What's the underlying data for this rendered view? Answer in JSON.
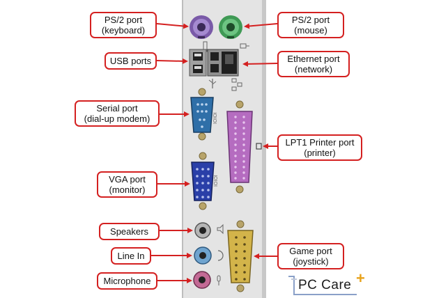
{
  "labels": {
    "ps2_keyboard": [
      "PS/2 port",
      "(keyboard)"
    ],
    "ps2_mouse": [
      "PS/2 port",
      "(mouse)"
    ],
    "usb": [
      "USB ports"
    ],
    "ethernet": [
      "Ethernet port",
      "(network)"
    ],
    "serial": [
      "Serial port",
      "(dial-up modem)"
    ],
    "lpt1": [
      "LPT1 Printer port",
      "(printer)"
    ],
    "vga": [
      "VGA port",
      "(monitor)"
    ],
    "speakers": [
      "Speakers"
    ],
    "line_in": [
      "Line In"
    ],
    "microphone": [
      "Microphone"
    ],
    "game": [
      "Game port",
      "(joystick)"
    ]
  },
  "logo": {
    "text": "PC Care",
    "mark": "+"
  },
  "colors": {
    "label_border": "#d42020",
    "arrow": "#d42020",
    "panel": "#e6e6e6",
    "keyboard_port": "#8b6bb8",
    "mouse_port": "#4fae66",
    "serial_port": "#2f6fa8",
    "printer_port": "#b56cc0",
    "vga_port": "#2a3fa8",
    "game_port": "#d3b44a",
    "line_in_jack": "#6fa4cf",
    "microphone_jack": "#c36a95",
    "speaker_jack": "#9a9a9a"
  }
}
